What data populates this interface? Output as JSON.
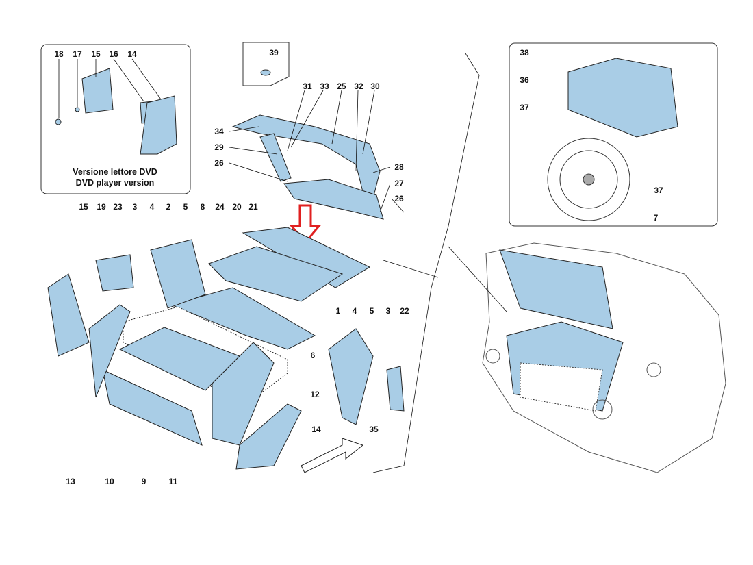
{
  "inset_dvd": {
    "labels": [
      "18",
      "17",
      "15",
      "16",
      "14"
    ],
    "caption_it": "Versione lettore DVD",
    "caption_en": "DVD player version"
  },
  "inset_39": {
    "label": "39"
  },
  "upper_labels": [
    "31",
    "33",
    "25",
    "32",
    "30",
    "34",
    "29",
    "26",
    "28",
    "27",
    "26"
  ],
  "row_labels": [
    "15",
    "19",
    "23",
    "3",
    "4",
    "2",
    "5",
    "8",
    "24",
    "20",
    "21"
  ],
  "lower_labels": [
    "6",
    "12",
    "14",
    "13",
    "10",
    "9",
    "11"
  ],
  "right_group_labels": [
    "1",
    "4",
    "5",
    "3",
    "22",
    "35"
  ],
  "inset_spare": {
    "labels": [
      "38",
      "36",
      "37",
      "37",
      "7"
    ]
  },
  "colors": {
    "part_fill": "#a9cde6",
    "arrow": "#e02020"
  }
}
